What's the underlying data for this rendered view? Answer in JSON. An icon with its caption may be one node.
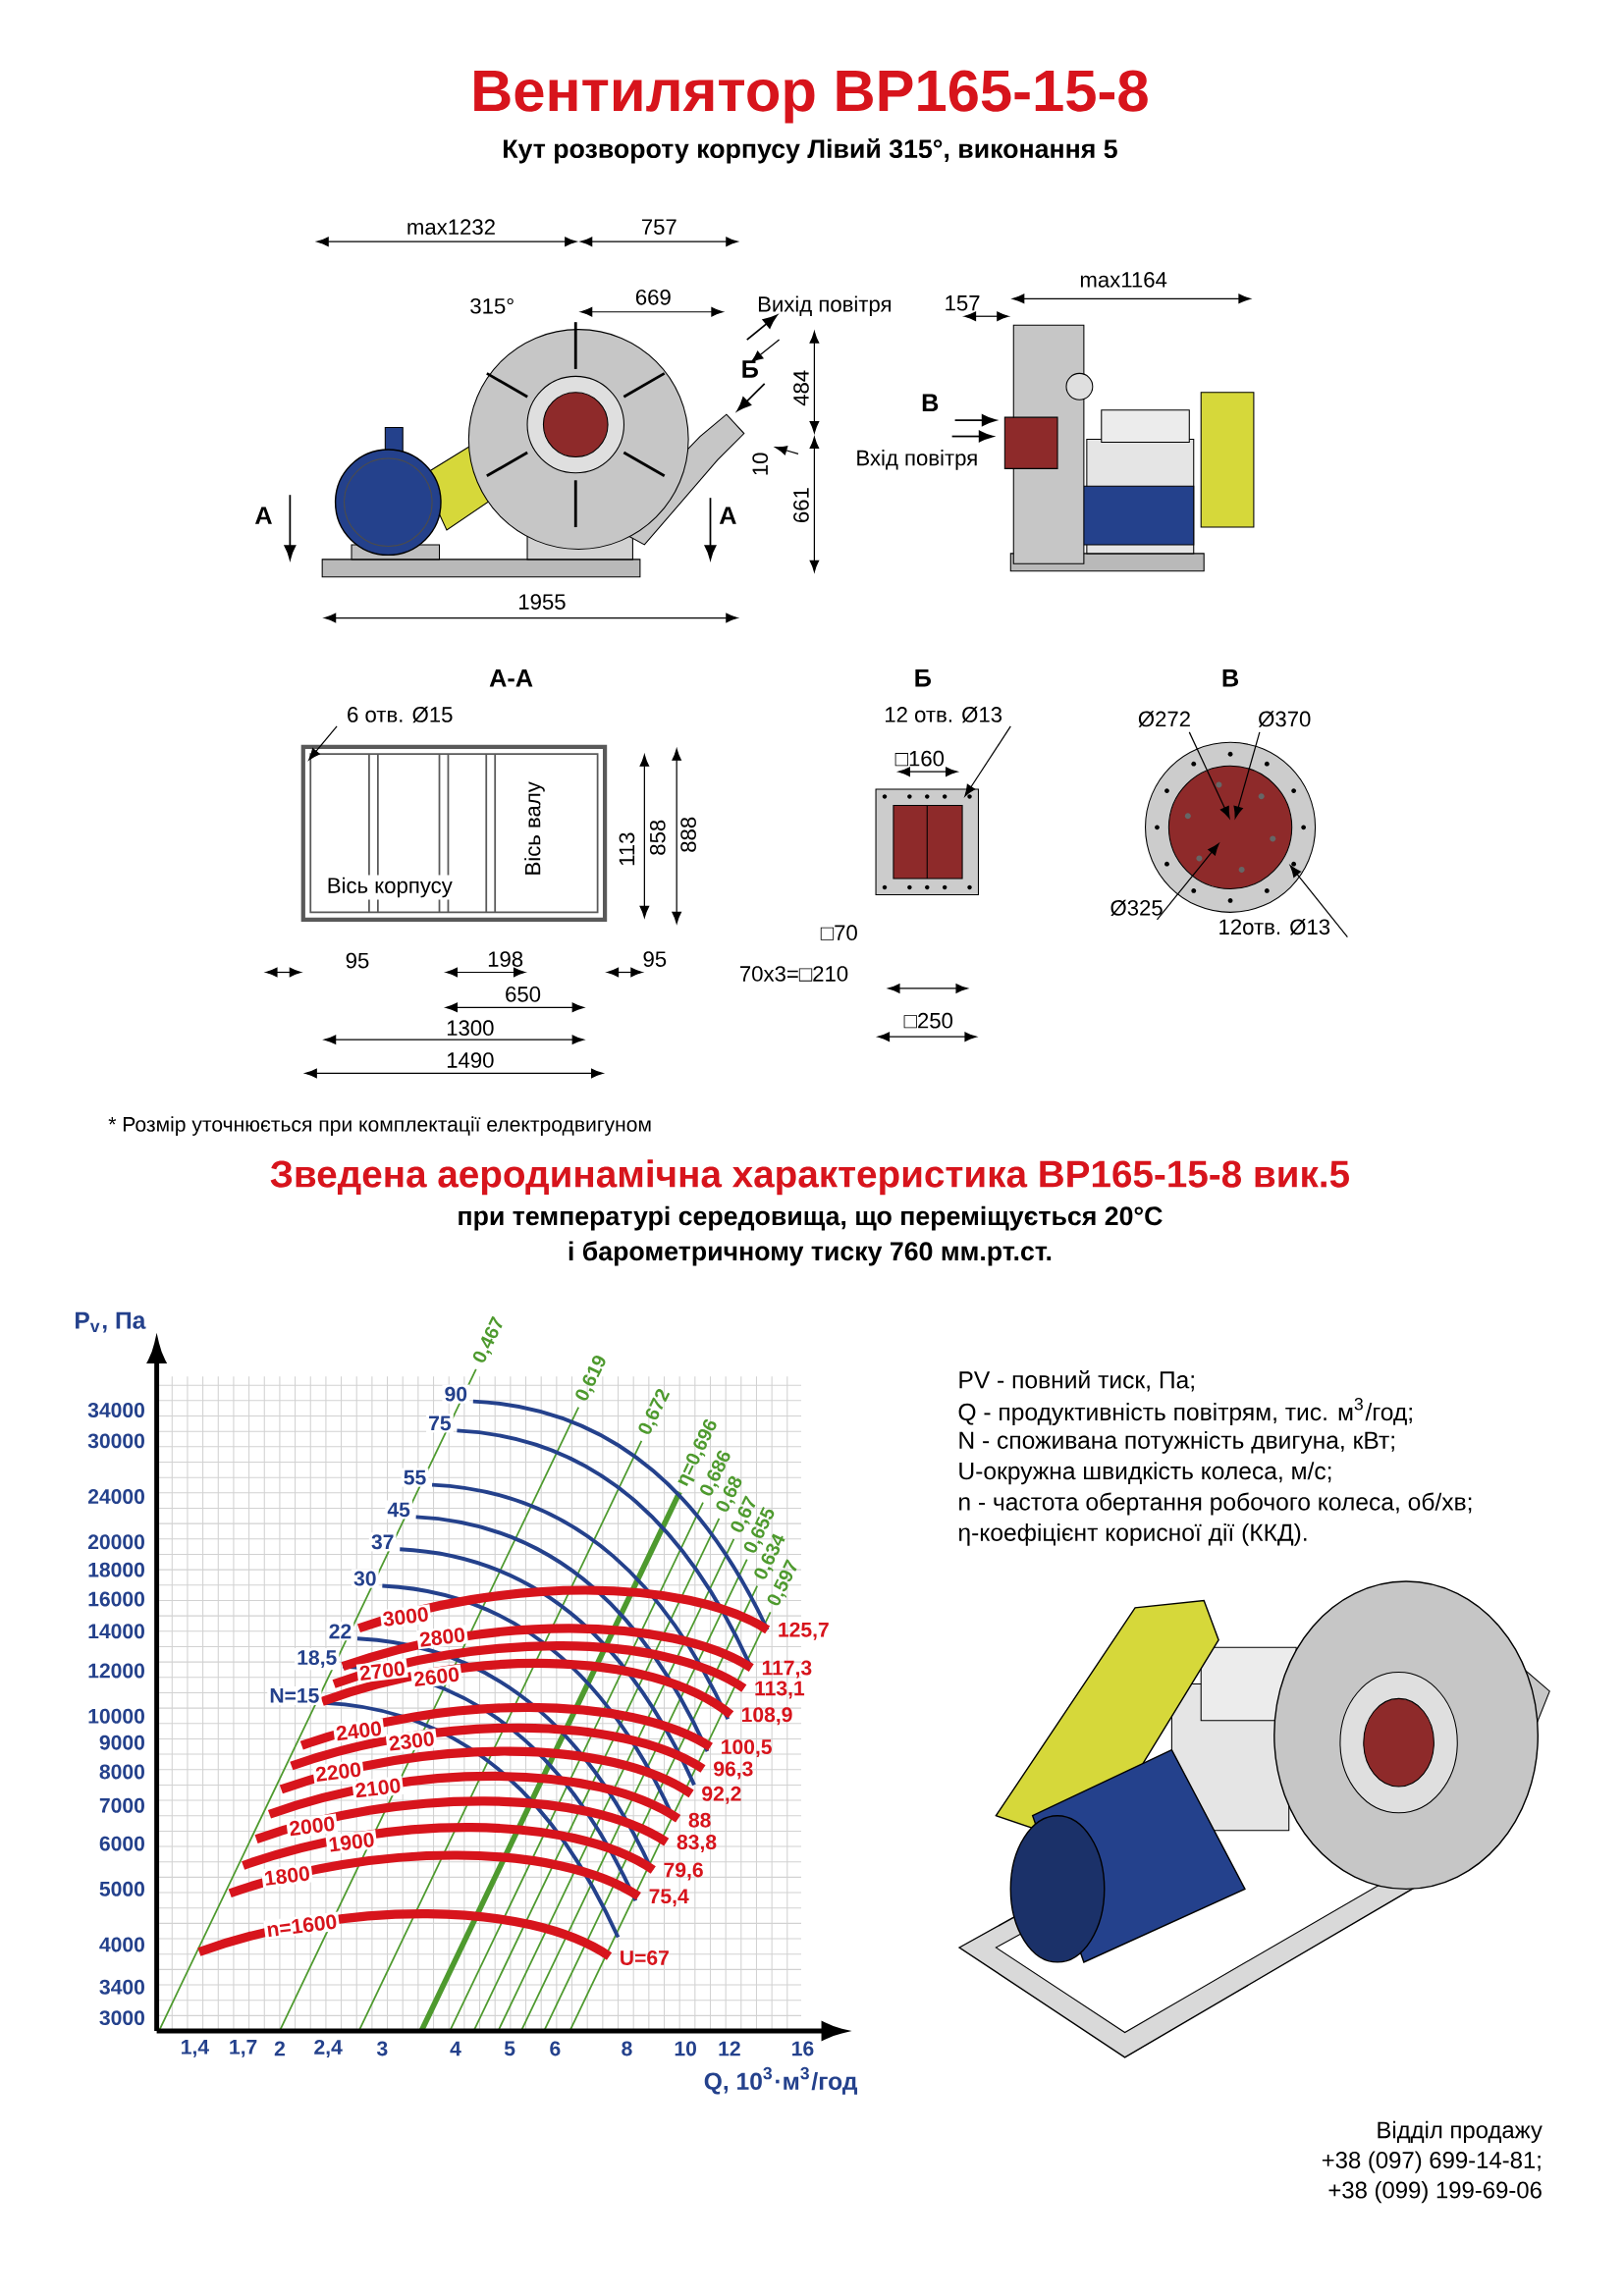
{
  "diagram": {
    "title": "Вентилятор ВР165-15-8",
    "labels": [
      "Кут розвороту корпусу Лівий 315°, виконання 5",
      "max1232",
      "757",
      "315°",
      "669",
      "Вихід повітря",
      "Б",
      "484",
      "10",
      "661",
      "А",
      "А",
      "1955",
      "157",
      "max1164",
      "В",
      "Вхід повітря",
      "А-А",
      "Б",
      "В",
      "6 отв. Ø15",
      "12 отв. Ø13",
      "Ø272",
      "Ø370",
      "□160",
      "Вісь валу",
      "113",
      "858",
      "888",
      "Вісь корпусу",
      "Ø325",
      "□70",
      "12отв. Ø13",
      "95",
      "198",
      "95",
      "70х3=□210",
      "650",
      "□250",
      "1300",
      "1490",
      "* Розмір уточнюється при комплектації електродвигуном",
      "Зведена аеродинамічна характеристика ВР165-15-8 вик.5",
      "при температурі середовища, що переміщується 20°С",
      "і барометричному тиску 760 мм.рт.ст.",
      "P$_{v}$, Па",
      "3000",
      "3400",
      "4000",
      "5000",
      "6000",
      "7000",
      "8000",
      "9000",
      "10000",
      "12000",
      "14000",
      "16000",
      "18000",
      "20000",
      "24000",
      "30000",
      "34000",
      "1,4",
      "1,7",
      "2",
      "2,4",
      "3",
      "4",
      "5",
      "6",
      "8",
      "10",
      "12",
      "16",
      "Q, 10$^{3}$·м$^{3}$/год",
      "0,467",
      "0,619",
      "0,672",
      "η=0,696",
      "0,686",
      "0,68",
      "0,67",
      "0,655",
      "0,634",
      "0,597",
      "90",
      "75",
      "55",
      "45",
      "37",
      "30",
      "22",
      "18,5",
      "N=15",
      "3000",
      "2800",
      "2700",
      "2600",
      "2400",
      "2300",
      "2200",
      "2100",
      "2000",
      "1900",
      "1800",
      "n=1600",
      "125,7",
      "117,3",
      "113,1",
      "108,9",
      "100,5",
      "96,3",
      "92,2",
      "88",
      "83,8",
      "79,6",
      "75,4",
      "U=67",
      "PV - повний тиск, Па;",
      "Q - продуктивність повітрям, тис. м$^{3}$/год;",
      "N - споживана потужність двигуна, кВт;",
      "U-окружна швидкість колеса, м/с;",
      "n - частота обертання робочого колеса, об/хв;",
      "η-коефіцієнт корисної дії (ККД).",
      "Відділ продажу",
      "+38 (097) 699-14-81;",
      "+38 (099) 199-69-06"
    ]
  }
}
